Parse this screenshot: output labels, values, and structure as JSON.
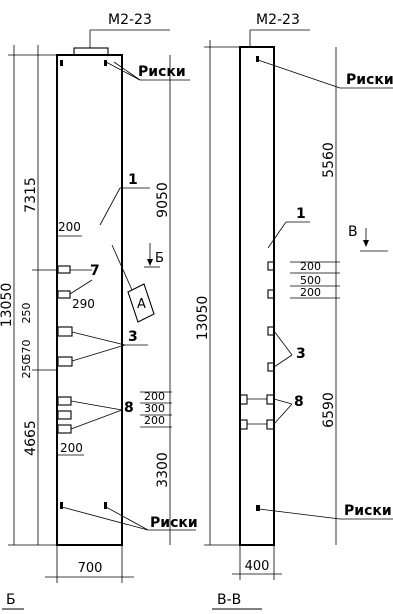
{
  "left_view": {
    "mark": "М2-23",
    "marks_label_top": "Риски",
    "marks_label_bottom": "Риски",
    "overall_height": "13050",
    "dim_upper": "7315",
    "dim_lower": "4665",
    "dim_right_upper": "9050",
    "dim_right_lower": "3300",
    "dim_200_top": "200",
    "dim_250_a": "250",
    "dim_570": "570",
    "dim_250_b": "250",
    "dim_290": "290",
    "dim_200_bottom": "200",
    "dims_8": [
      "200",
      "300",
      "200"
    ],
    "width": "700",
    "callout_1": "1",
    "callout_7": "7",
    "callout_3": "3",
    "callout_8": "8",
    "node_A": "А",
    "section_mark": "Б",
    "view_title": "Б"
  },
  "right_view": {
    "mark": "М2-23",
    "marks_label_top": "Риски",
    "marks_label_bottom": "Риски",
    "overall_height": "13050",
    "dim_upper": "5560",
    "dim_lower": "6590",
    "dims_top": [
      "200",
      "500",
      "200"
    ],
    "width": "400",
    "callout_1": "1",
    "callout_3": "3",
    "callout_8": "8",
    "section_mark": "В",
    "view_title": "В-В"
  }
}
